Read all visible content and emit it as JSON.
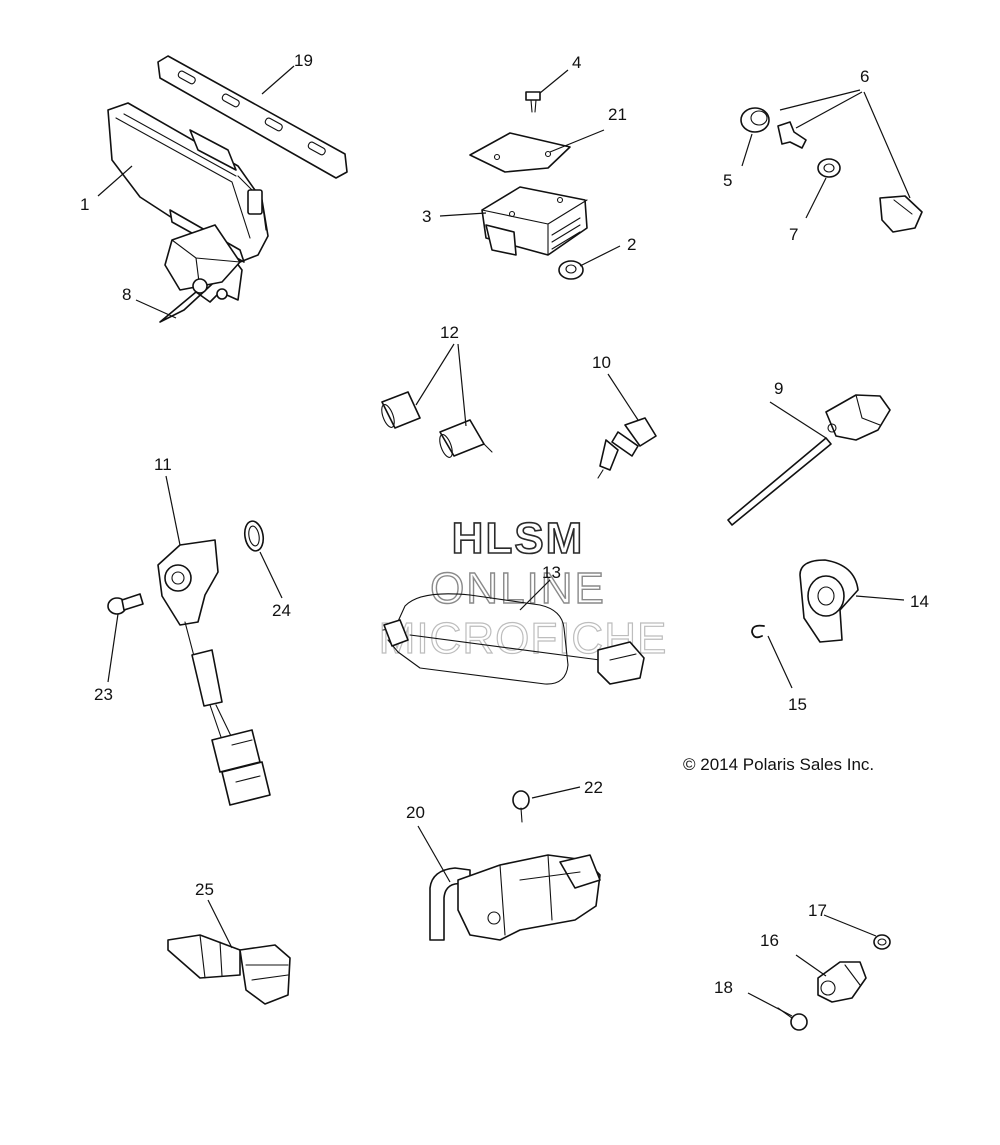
{
  "callouts": {
    "c1": "1",
    "c2": "2",
    "c3": "3",
    "c4": "4",
    "c5": "5",
    "c6": "6",
    "c7": "7",
    "c8": "8",
    "c9": "9",
    "c10": "10",
    "c11": "11",
    "c12": "12",
    "c13": "13",
    "c14": "14",
    "c15": "15",
    "c16": "16",
    "c17": "17",
    "c18": "18",
    "c19": "19",
    "c20": "20",
    "c21": "21",
    "c22": "22",
    "c23": "23",
    "c24": "24",
    "c25": "25"
  },
  "watermark": {
    "line1": "HLSM",
    "line2": "ONLINE",
    "line3": "MICROFICHE"
  },
  "copyright": "© 2014 Polaris Sales Inc."
}
